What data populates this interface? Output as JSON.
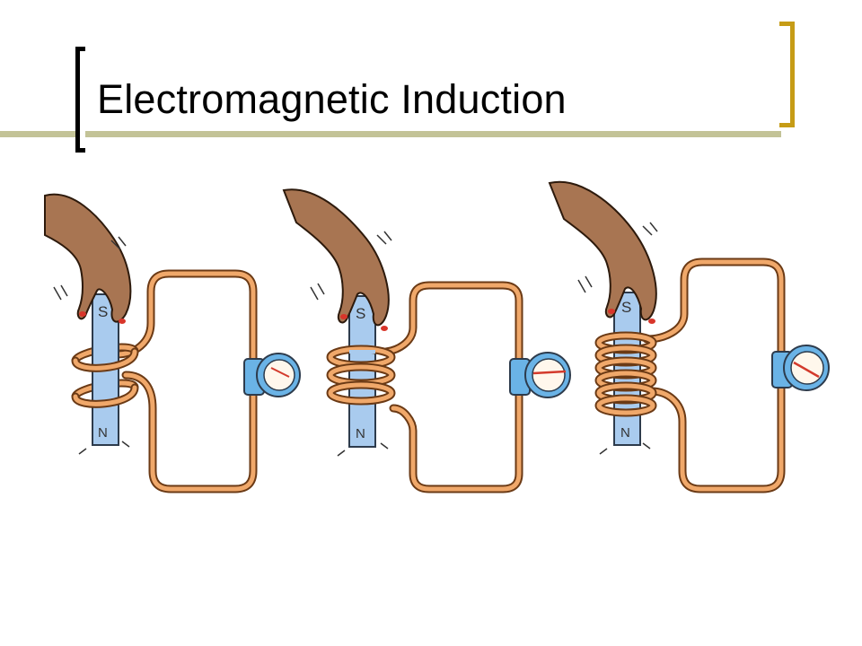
{
  "slide": {
    "title": "Electromagnetic Induction"
  },
  "colors": {
    "accent_gold": "#c69c16",
    "title_rule": "#c3c397",
    "wire": "#f0a86a",
    "magnet": "#a9cbee",
    "meter": "#6ab3e6",
    "skin": "#a87552",
    "nail": "#d8352a",
    "needle": "#d33a2c"
  },
  "panels": [
    {
      "magnet_top_label": "S",
      "magnet_bottom_label": "N",
      "coil_turns": 2
    },
    {
      "magnet_top_label": "S",
      "magnet_bottom_label": "N",
      "coil_turns": 3
    },
    {
      "magnet_top_label": "S",
      "magnet_bottom_label": "N",
      "coil_turns": 6
    }
  ]
}
